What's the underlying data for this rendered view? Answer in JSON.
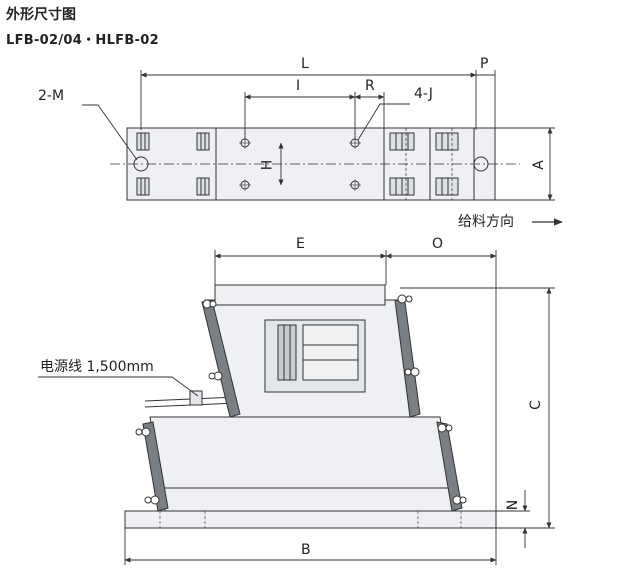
{
  "header": {
    "title": "外形尺寸图",
    "subtitle": "LFB-02/04・HLFB-02"
  },
  "dimensions": {
    "L": "L",
    "P": "P",
    "I": "I",
    "R": "R",
    "J": "4-J",
    "M": "2-M",
    "H": "H",
    "A": "A",
    "E": "E",
    "O": "O",
    "C": "C",
    "N": "N",
    "B": "B"
  },
  "annotations": {
    "feed_direction": "给料方向",
    "power_cable": "电源线 1,500mm"
  },
  "colors": {
    "line": "#333333",
    "fill": "#eef0f3",
    "dark": "#7a7e85"
  }
}
